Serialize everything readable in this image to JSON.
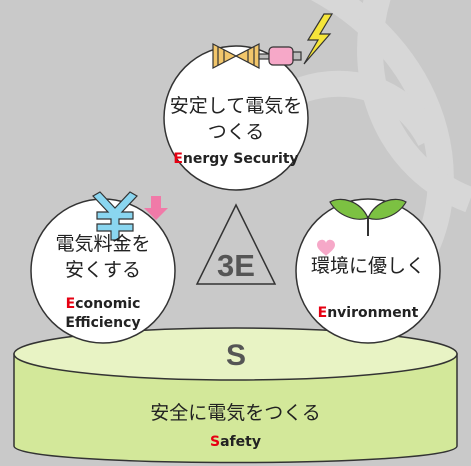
{
  "center_label": "3E",
  "base_label": "S",
  "nodes": {
    "energy_security": {
      "jp_line1": "安定して電気を",
      "jp_line2": "つくる",
      "en_initial": "E",
      "en_rest": "nergy Security"
    },
    "economic_efficiency": {
      "jp_line1": "電気料金を",
      "jp_line2": "安くする",
      "en_initial": "E",
      "en_rest_line1": "conomic",
      "en_line2": "Efficiency"
    },
    "environment": {
      "jp_line1": "環境に優しく",
      "en_initial": "E",
      "en_rest": "nvironment"
    },
    "safety": {
      "jp_line1": "安全に電気をつくる",
      "en_initial": "S",
      "en_rest": "afety"
    }
  },
  "colors": {
    "background": "#c9c9c9",
    "cylinder_side": "#d3e89a",
    "cylinder_top": "#e8f3c4",
    "accent_letter": "#e60012",
    "badge_text": "#555555",
    "leaf": "#7cc142",
    "lightning": "#f5e53a",
    "yen": "#8ad6f0",
    "heart": "#f6a8c8",
    "arrow": "#f07aa8"
  },
  "icons": [
    "turbine-generator-icon",
    "lightning-icon",
    "yen-icon",
    "down-arrow-icon",
    "sprout-icon",
    "heart-icon"
  ]
}
